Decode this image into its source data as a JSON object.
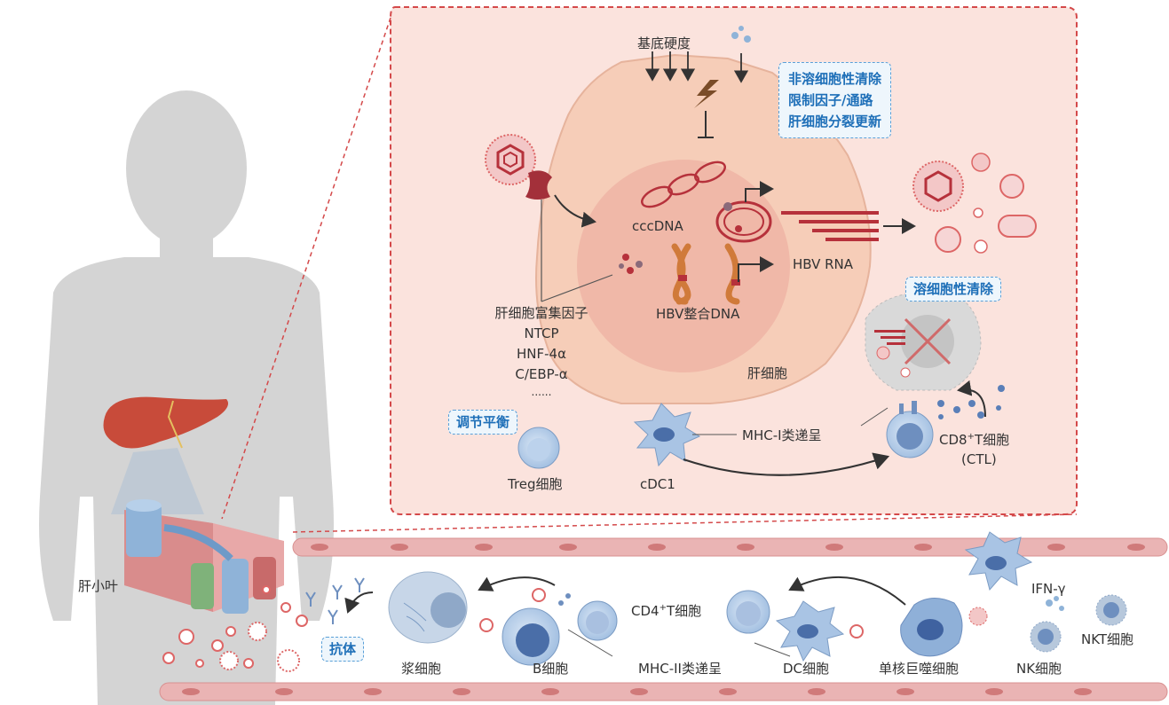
{
  "factors": {
    "title": "肝细胞富集因子",
    "items": [
      "NTCP",
      "HNF-4α",
      "C/EBP-α",
      "......"
    ]
  },
  "hepatocyte": {
    "stiffness": "基底硬度",
    "cccdna": "cccDNA",
    "hbv_rna": "HBV RNA",
    "integrated_dna": "HBV整合DNA",
    "cell_label": "肝细胞"
  },
  "noncytolytic": {
    "lines": [
      "非溶细胞性清除",
      "限制因子/通路",
      "肝细胞分裂更新"
    ]
  },
  "cytolytic": "溶细胞性清除",
  "balance": "调节平衡",
  "cells": {
    "treg": "Treg细胞",
    "cdc1": "cDC1",
    "mhc1": "MHC-I类递呈",
    "cd8_pre": "CD8",
    "cd8_sup": "+",
    "cd8_post": "T细胞",
    "ctl": "(CTL)"
  },
  "lower": {
    "lobule": "肝小叶",
    "antibody": "抗体",
    "plasma": "浆细胞",
    "bcell": "B细胞",
    "cd4_pre": "CD4",
    "cd4_sup": "+",
    "cd4_post": "T细胞",
    "mhc2": "MHC-II类递呈",
    "dc": "DC细胞",
    "macrophage": "单核巨噬细胞",
    "ifn": "IFN-γ",
    "nk": "NK细胞",
    "nkt": "NKT细胞"
  },
  "colors": {
    "panel_bg": "#fbe3dd",
    "panel_border": "#d4494a",
    "hepatocyte": "#f6cdb8",
    "nucleus": "#efb6a6",
    "virus_red": "#b6313b",
    "dna_orange": "#d07a3a",
    "tag_blue": "#1e6fb8",
    "cell_blue": "#a9c4e4",
    "body_gray": "#d3d3d3"
  }
}
